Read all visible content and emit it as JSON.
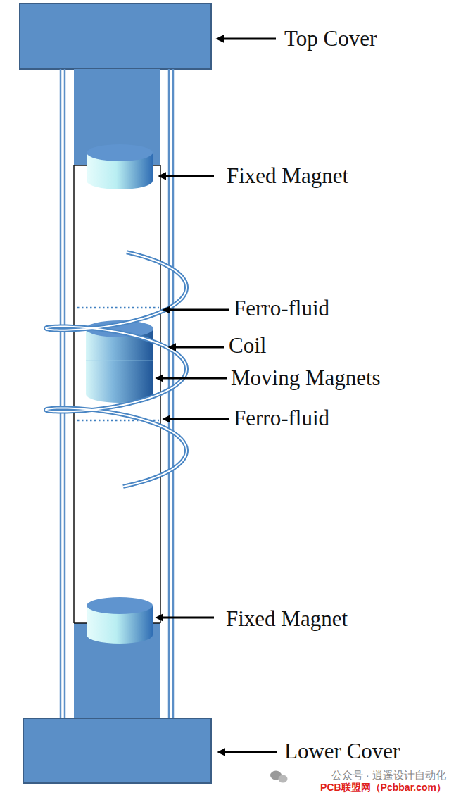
{
  "diagram": {
    "labels": [
      "Top Cover",
      "Fixed Magnet",
      "Ferro-fluid",
      "Coil",
      "Moving Magnets",
      "Ferro-fluid",
      "Fixed Magnet",
      "Lower Cover",
      "公众号 · 逍遥设计自动化",
      "PCB联盟网（Pcbbar.com）"
    ]
  }
}
